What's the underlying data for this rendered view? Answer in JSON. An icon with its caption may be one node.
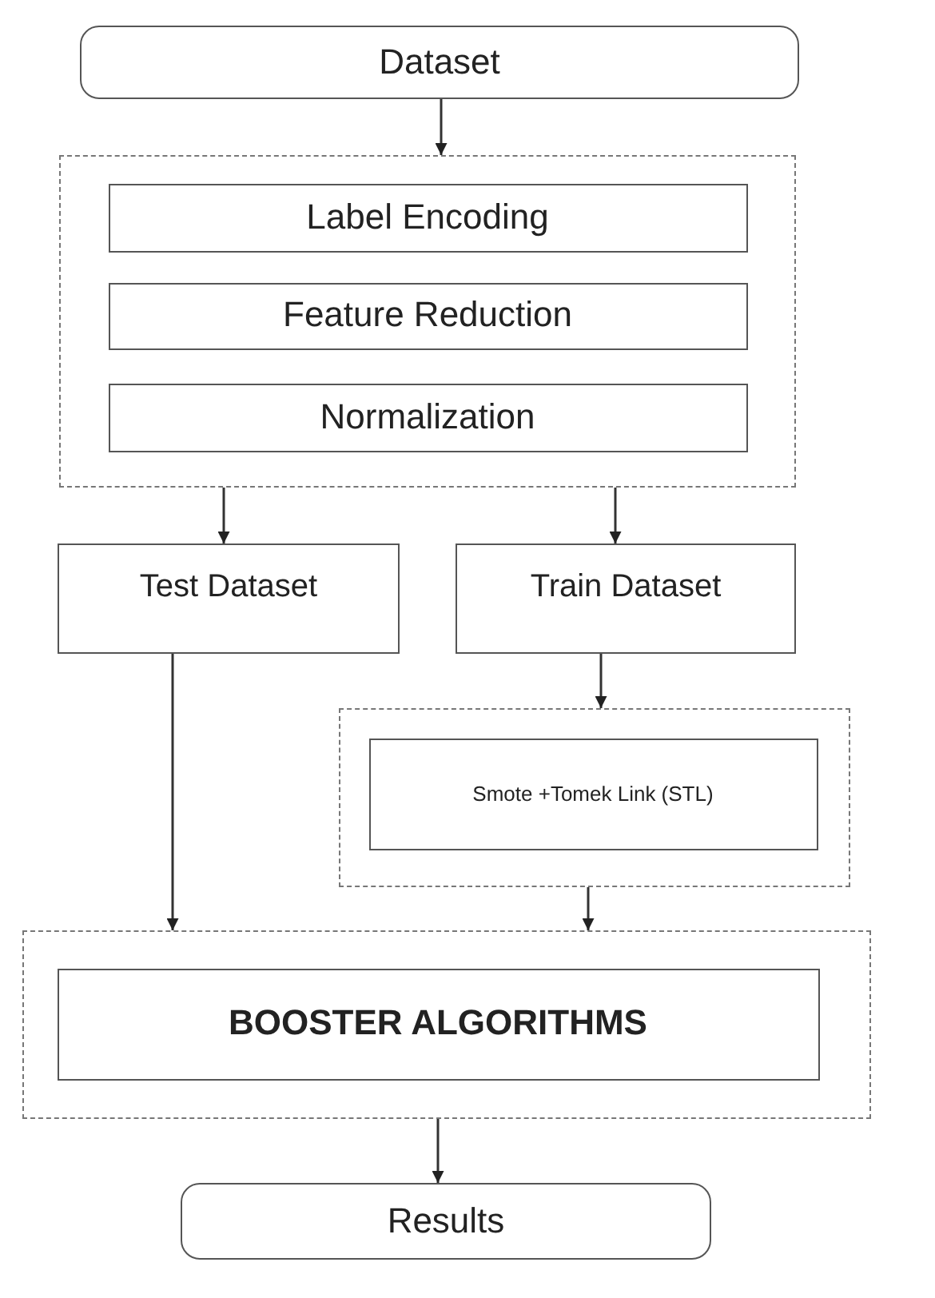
{
  "diagram": {
    "nodes": [
      {
        "text": [
          "Dataset"
        ]
      },
      {
        "text": [],
        "shape": "box"
      },
      {
        "text": [
          "Label Encoding"
        ],
        "in": 1
      },
      {
        "text": [
          "Feature Reduction"
        ],
        "in": 1
      },
      {
        "text": [
          "Normalization"
        ],
        "in": 1
      },
      {
        "text": [
          "Test Dataset"
        ]
      },
      {
        "text": [
          "Train Dataset"
        ]
      },
      {
        "text": [],
        "shape": "box"
      },
      {
        "text": [
          "Smote +Tomek Link (STL)"
        ],
        "in": 7
      },
      {
        "text": [],
        "shape": "box"
      },
      {
        "text": [
          "BOOSTER ALGORITHMS"
        ],
        "in": 9
      },
      {
        "text": [
          "Results"
        ]
      }
    ],
    "edges": [
      {
        "from": 0,
        "to": 1,
        "arrow": "to"
      },
      {
        "from": 1,
        "to": 5,
        "arrow": "to"
      },
      {
        "from": 1,
        "to": 6,
        "arrow": "to"
      },
      {
        "from": 5,
        "to": 9,
        "arrow": "to"
      },
      {
        "from": 6,
        "to": 7,
        "arrow": "to"
      },
      {
        "from": 7,
        "to": 9,
        "arrow": "to"
      },
      {
        "from": 9,
        "to": 11,
        "arrow": "to"
      }
    ]
  }
}
